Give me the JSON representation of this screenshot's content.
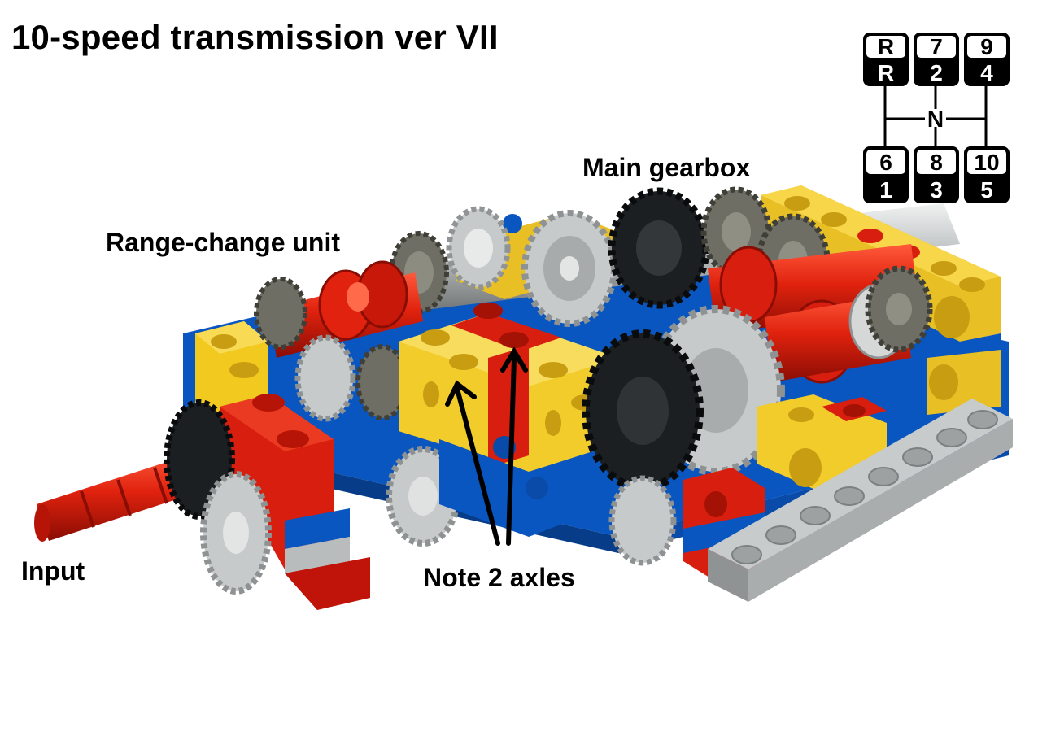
{
  "title": "10-speed transmission ver VII",
  "labels": {
    "main_gearbox": "Main gearbox",
    "range_change": "Range-change unit",
    "input": "Input",
    "note": "Note 2 axles"
  },
  "shift_pattern": {
    "top_row": [
      {
        "upper": "R",
        "lower": "R"
      },
      {
        "upper": "7",
        "lower": "2"
      },
      {
        "upper": "9",
        "lower": "4"
      }
    ],
    "neutral": "N",
    "bottom_row": [
      {
        "upper": "6",
        "lower": "1"
      },
      {
        "upper": "8",
        "lower": "3"
      },
      {
        "upper": "10",
        "lower": "5"
      }
    ]
  },
  "colors": {
    "lego_red": "#d81e0e",
    "lego_yellow": "#f5cd2f",
    "lego_blue": "#0a56c0",
    "lego_gray": "#b8bcbc",
    "lego_dark_gray": "#6e6e64",
    "lego_black": "#1c1f22"
  }
}
